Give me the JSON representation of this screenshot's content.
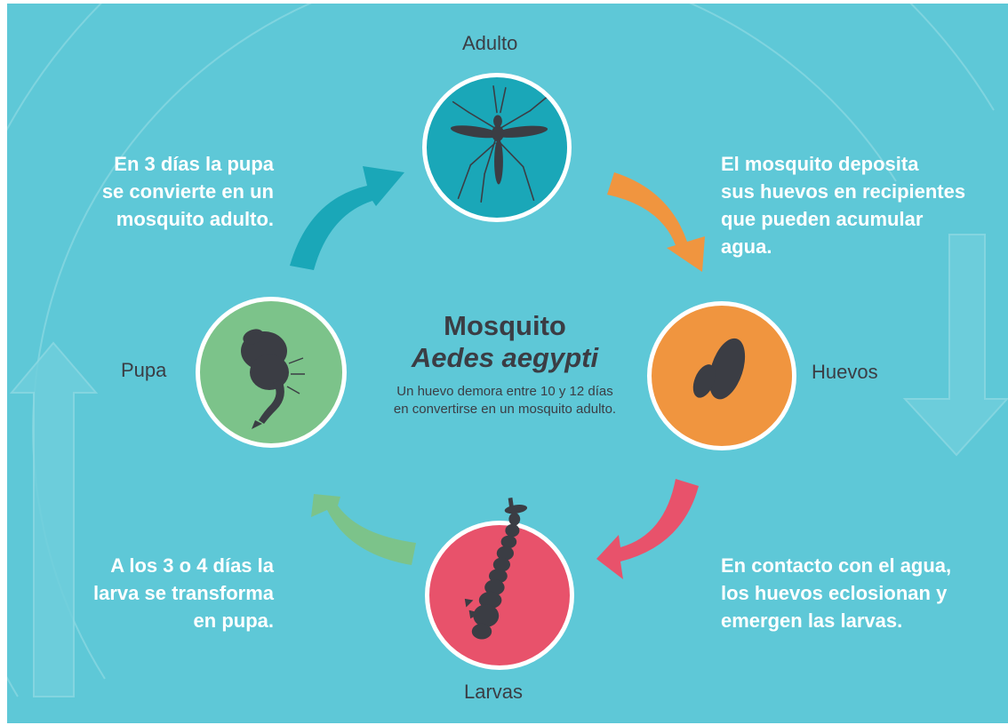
{
  "title": "Mosquito",
  "species": "Aedes aegypti",
  "note_lines": [
    "Un huevo demora entre 10 y 12 días",
    "en convertirse en un mosquito adulto."
  ],
  "stages": {
    "adulto": "Adulto",
    "huevos": "Huevos",
    "larvas": "Larvas",
    "pupa": "Pupa"
  },
  "descriptions": {
    "adulto_to_huevos": [
      "El mosquito deposita",
      "sus huevos en recipientes",
      "que pueden acumular",
      "agua."
    ],
    "huevos_to_larvas": [
      "En contacto con el agua,",
      "los huevos eclosionan y",
      "emergen las larvas."
    ],
    "larvas_to_pupa": [
      "A los 3 o 4 días la",
      "larva se transforma",
      "en pupa."
    ],
    "pupa_to_adulto": [
      "En 3 días la pupa",
      "se convierte en un",
      "mosquito adulto."
    ]
  },
  "colors": {
    "background": "#5ec8d7",
    "adulto": "#1aa7b8",
    "huevos": "#f0953f",
    "larvas": "#e8526b",
    "pupa": "#7cc38a",
    "silhouette": "#3b3d44",
    "text_white": "#ffffff"
  },
  "icons": {
    "adulto": "mosquito-icon",
    "huevos": "eggs-icon",
    "larvas": "larva-icon",
    "pupa": "pupa-icon"
  }
}
